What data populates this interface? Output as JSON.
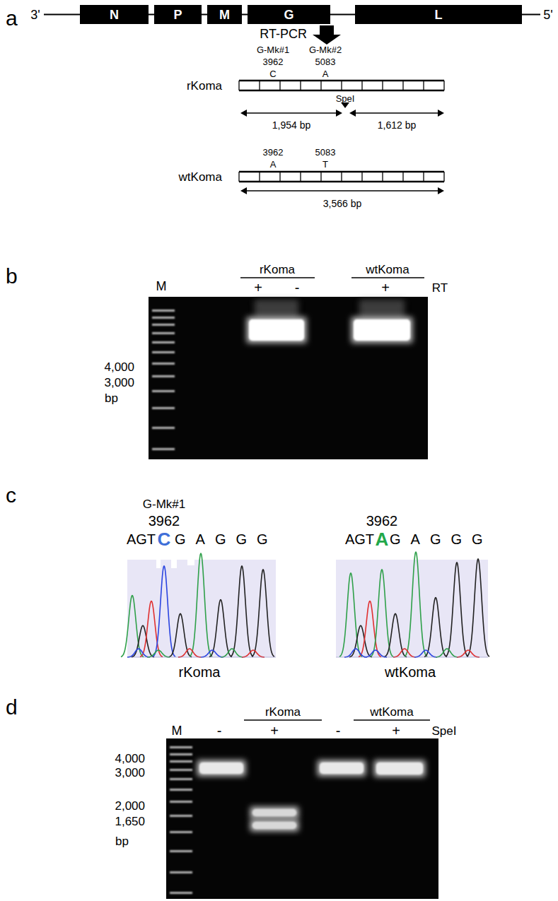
{
  "diagram": {
    "nodes": [
      {
        "text": [
          "N"
        ]
      },
      {
        "text": [
          "P"
        ]
      },
      {
        "text": [
          "M"
        ]
      },
      {
        "text": [
          "G"
        ]
      },
      {
        "text": [
          "L"
        ]
      }
    ],
    "edges": [
      {
        "from": 0,
        "to": 1,
        "arrow": "none"
      },
      {
        "from": 1,
        "to": 2,
        "arrow": "none"
      },
      {
        "from": 2,
        "to": 3,
        "arrow": "none"
      },
      {
        "from": 3,
        "to": 4,
        "arrow": "none"
      }
    ],
    "labels": [
      "a",
      "3'",
      "5'",
      "RT-PCR",
      "G-Mk#1",
      "3962",
      "G-Mk#2",
      "5083",
      "C",
      "A",
      "rKoma",
      "SpeI",
      "1,954 bp",
      "1,612 bp",
      "3962",
      "5083",
      "A",
      "T",
      "wtKoma",
      "3,566 bp",
      "b",
      "rKoma",
      "wtKoma",
      "M",
      "+",
      "-",
      "+",
      "RT",
      "4,000",
      "3,000",
      "bp",
      "c",
      "G-Mk#1",
      "3962",
      "AGT",
      "C",
      "GAGGG",
      "rKoma",
      "3962",
      "AGT",
      "A",
      "GAGGG",
      "wtKoma",
      "d",
      "rKoma",
      "wtKoma",
      "M",
      "-",
      "+",
      "-",
      "+",
      "SpeI",
      "4,000",
      "3,000",
      "2,000",
      "1,650",
      "bp"
    ]
  }
}
